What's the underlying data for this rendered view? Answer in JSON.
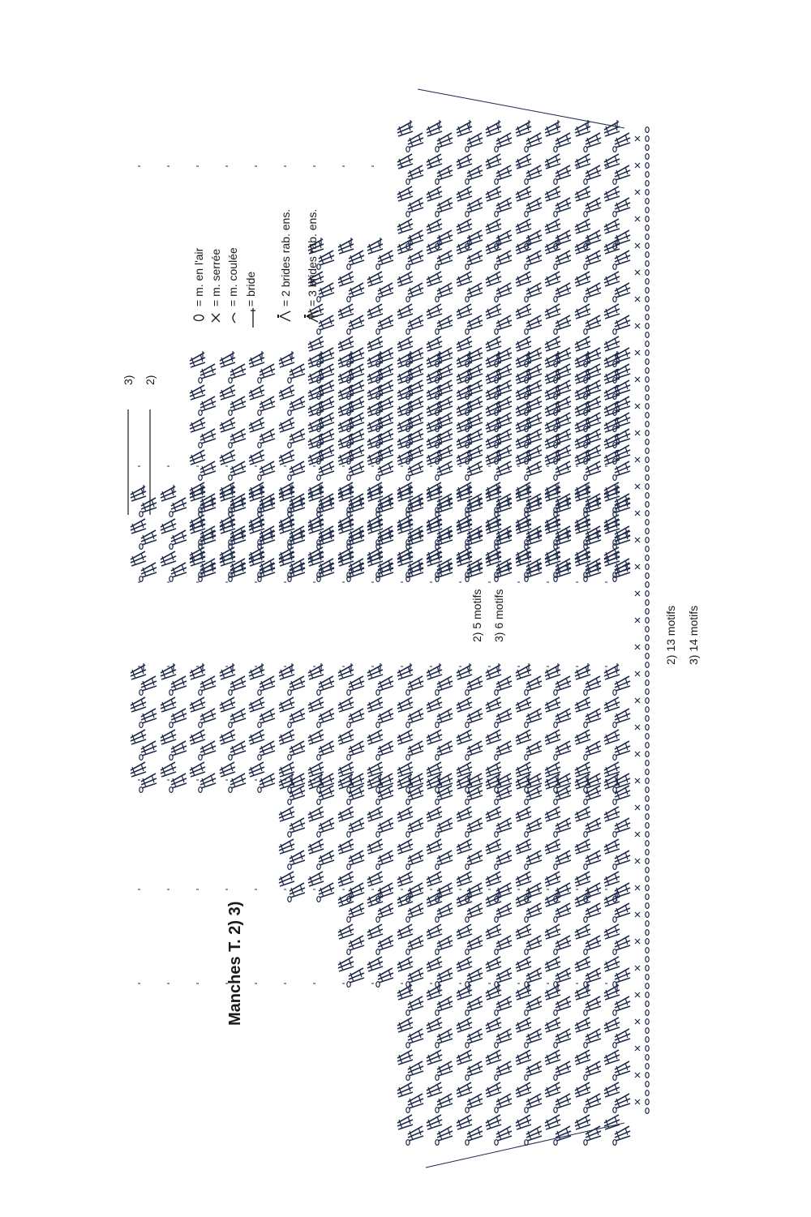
{
  "title": "Manches T.  2) 3)",
  "legend": [
    {
      "symbol": "chain-icon",
      "text": "= m. en l'air"
    },
    {
      "symbol": "single-crochet-icon",
      "text": "= m. serrée"
    },
    {
      "symbol": "slip-stitch-icon",
      "text": "= m. coulée"
    },
    {
      "symbol": "double-crochet-icon",
      "text": "= bride"
    },
    {
      "symbol": "two-dc-together-icon",
      "text": "= 2 brides rab. ens."
    },
    {
      "symbol": "three-dc-together-icon",
      "text": "= 3 brides rab. ens."
    }
  ],
  "size_markers": [
    "3)",
    "2)"
  ],
  "motif_counts_inner": [
    "2) 5 motifs",
    "3) 6 motifs"
  ],
  "motif_counts_base": [
    "2) 13 motifs",
    "3) 14 motifs"
  ],
  "colors": {
    "ink": "#1a1a1a",
    "stitch": "#1e2a4a",
    "paper": "#ffffff"
  }
}
